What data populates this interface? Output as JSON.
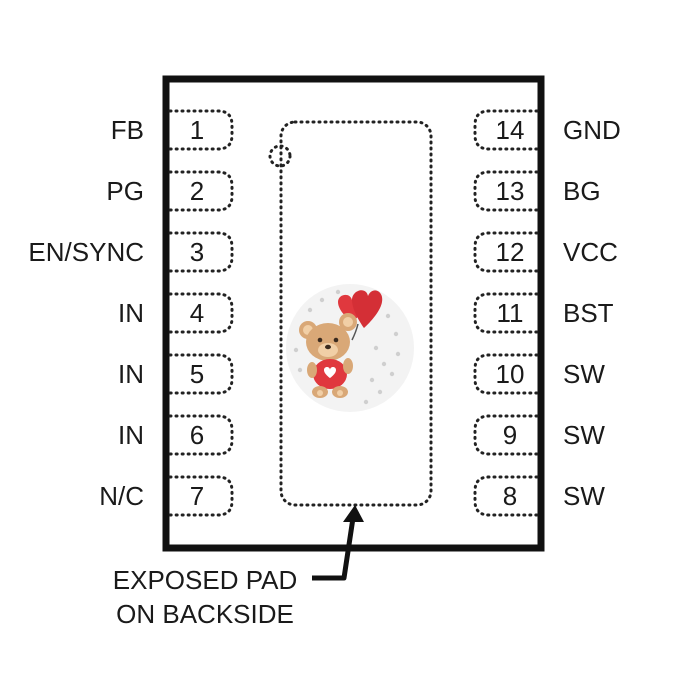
{
  "pins_left": [
    {
      "number": "1",
      "name": "FB"
    },
    {
      "number": "2",
      "name": "PG"
    },
    {
      "number": "3",
      "name": "EN/SYNC"
    },
    {
      "number": "4",
      "name": "IN"
    },
    {
      "number": "5",
      "name": "IN"
    },
    {
      "number": "6",
      "name": "IN"
    },
    {
      "number": "7",
      "name": "N/C"
    }
  ],
  "pins_right": [
    {
      "number": "14",
      "name": "GND"
    },
    {
      "number": "13",
      "name": "BG"
    },
    {
      "number": "12",
      "name": "VCC"
    },
    {
      "number": "11",
      "name": "BST"
    },
    {
      "number": "10",
      "name": "SW"
    },
    {
      "number": "9",
      "name": "SW"
    },
    {
      "number": "8",
      "name": "SW"
    }
  ],
  "exposed_pad_label": {
    "line1": "EXPOSED PAD",
    "line2": "ON BACKSIDE"
  },
  "colors": {
    "outline": "#111111",
    "text": "#1a1a1a",
    "heart": "#e0383e",
    "bear": "#d9a877"
  },
  "icons": {
    "sticker": "teddy-bear-with-heart-balloon-icon",
    "pin1_marker": "pin-1-circle-marker"
  }
}
